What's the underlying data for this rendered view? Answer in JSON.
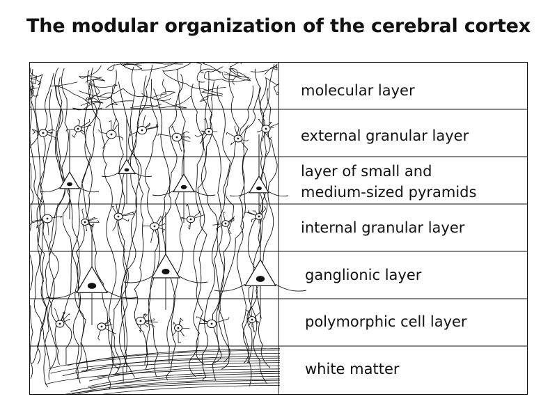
{
  "title": "The modular organization of the cerebral cortex",
  "layers": [
    {
      "label": "molecular layer"
    },
    {
      "label": "external granular layer"
    },
    {
      "label": "layer of small and\nmedium-sized pyramids"
    },
    {
      "label": "internal granular layer"
    },
    {
      "label": "ganglionic layer"
    },
    {
      "label": "polymorphic cell layer"
    },
    {
      "label": "white matter"
    }
  ],
  "colors": {
    "ink": "#111111",
    "background": "#ffffff"
  }
}
